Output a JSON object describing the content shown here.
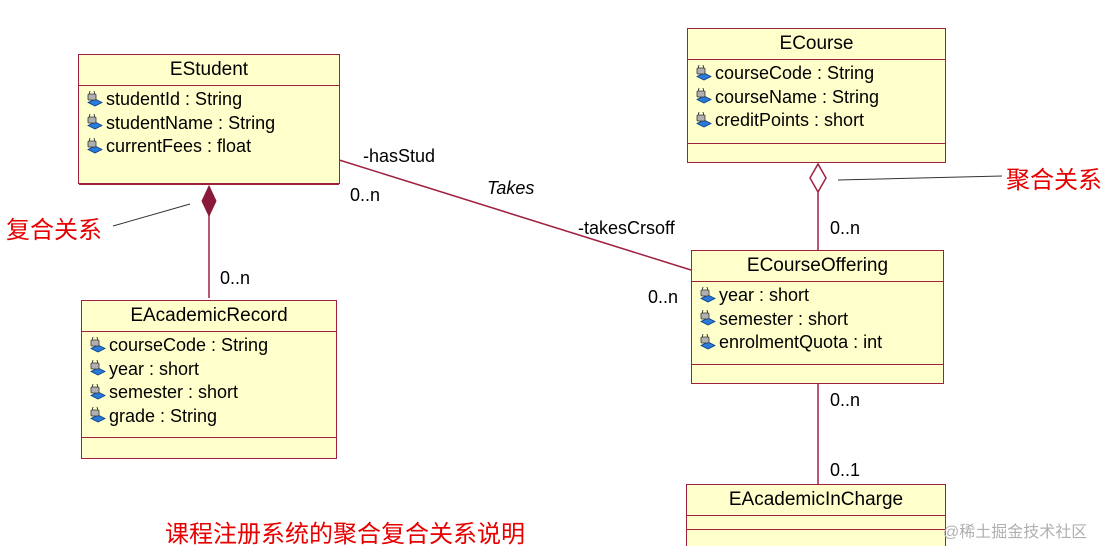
{
  "classes": {
    "estudent": {
      "name": "EStudent",
      "attributes": [
        "studentId : String",
        "studentName : String",
        "currentFees : float"
      ]
    },
    "ecourse": {
      "name": "ECourse",
      "attributes": [
        "courseCode : String",
        "courseName : String",
        "creditPoints : short"
      ]
    },
    "eacademicrecord": {
      "name": "EAcademicRecord",
      "attributes": [
        "courseCode : String",
        "year : short",
        "semester : short",
        "grade : String"
      ]
    },
    "ecourseoffering": {
      "name": "ECourseOffering",
      "attributes": [
        "year : short",
        "semester : short",
        "enrolmentQuota : int"
      ]
    },
    "eacademicincharge": {
      "name": "EAcademicInCharge",
      "attributes": []
    }
  },
  "associations": {
    "has_stud_role": "-hasStud",
    "takes_name": "Takes",
    "takes_crsoff_role": "-takesCrsoff",
    "student_mult": "0..n",
    "offering_takes_mult": "0..n",
    "record_mult": "0..n",
    "course_offering_mult": "0..n",
    "offering_incharge_mult": "0..n",
    "incharge_mult": "0..1"
  },
  "annotations": {
    "aggregation_label": "聚合关系",
    "composition_label": "复合关系",
    "caption": "课程注册系统的聚合复合关系说明",
    "watermark": "@稀土掘金技术社区"
  },
  "colors": {
    "class_fill": "#ffffcc",
    "class_border": "#a02040",
    "line": "#a02040",
    "annotation": "#e60000"
  },
  "icons": {
    "attribute": "protected-attribute-icon"
  }
}
